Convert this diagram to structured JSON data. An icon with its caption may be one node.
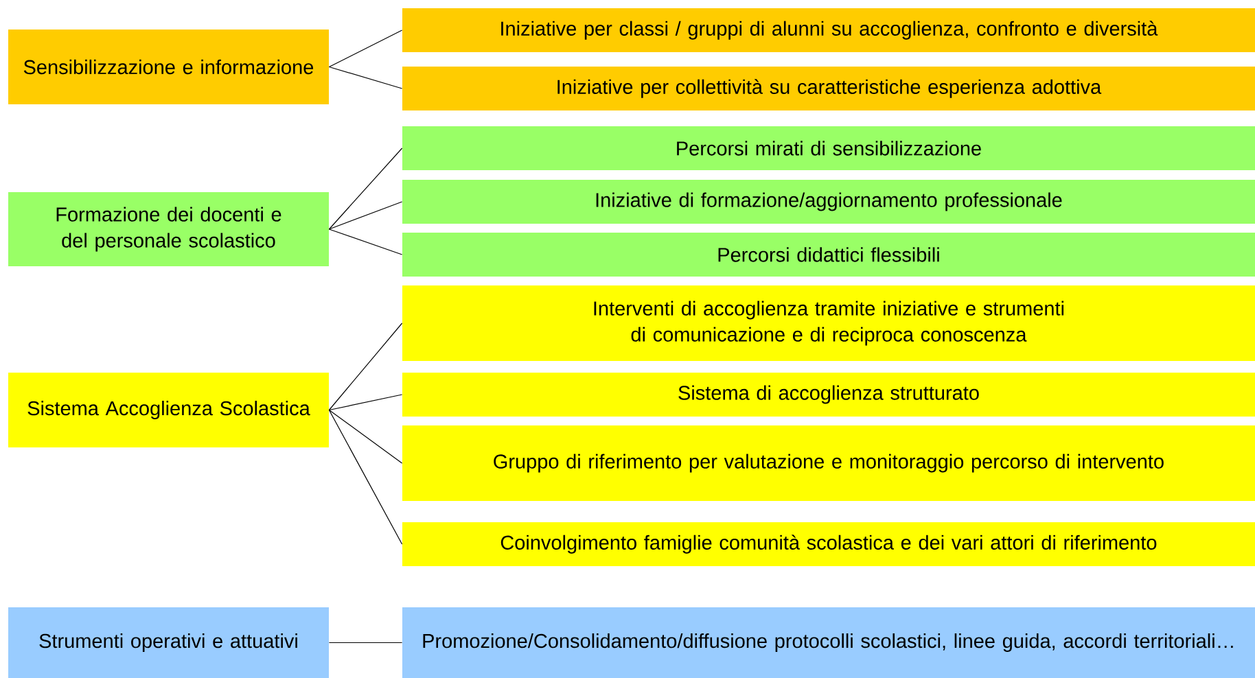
{
  "diagram": {
    "nodes": [
      {
        "text": [
          "Sensibilizzazione e informazione"
        ]
      },
      {
        "text": [
          "Iniziative per classi / gruppi di alunni su accoglienza, confronto e diversità"
        ]
      },
      {
        "text": [
          "Iniziative per collettività su caratteristiche esperienza adottiva"
        ]
      },
      {
        "text": [
          "Formazione dei docenti e del personale scolastico"
        ]
      },
      {
        "text": [
          "Percorsi mirati di sensibilizzazione"
        ]
      },
      {
        "text": [
          "Iniziative di formazione/aggiornamento professionale"
        ]
      },
      {
        "text": [
          "Percorsi didattici flessibili"
        ]
      },
      {
        "text": [
          "Sistema Accoglienza Scolastica"
        ]
      },
      {
        "text": [
          "Interventi di accoglienza tramite iniziative e strumenti di comunicazione e di reciproca conoscenza"
        ]
      },
      {
        "text": [
          "Sistema di accoglienza strutturato"
        ]
      },
      {
        "text": [
          "Gruppo di riferimento per valutazione e monitoraggio percorso di intervento"
        ]
      },
      {
        "text": [
          "Coinvolgimento famiglie comunità scolastica e dei vari attori di riferimento"
        ]
      },
      {
        "text": [
          "Strumenti operativi e attuativi"
        ]
      },
      {
        "text": [
          "Promozione/Consolidamento/diffusione protocolli scolastici, linee guida, accordi territoriali…"
        ]
      }
    ],
    "edges": [
      {
        "from": 0,
        "to": 1,
        "arrow": "none"
      },
      {
        "from": 0,
        "to": 2,
        "arrow": "none"
      },
      {
        "from": 3,
        "to": 4,
        "arrow": "none"
      },
      {
        "from": 3,
        "to": 5,
        "arrow": "none"
      },
      {
        "from": 3,
        "to": 6,
        "arrow": "none"
      },
      {
        "from": 7,
        "to": 8,
        "arrow": "none"
      },
      {
        "from": 7,
        "to": 9,
        "arrow": "none"
      },
      {
        "from": 7,
        "to": 10,
        "arrow": "none"
      },
      {
        "from": 7,
        "to": 11,
        "arrow": "none"
      },
      {
        "from": 12,
        "to": 13,
        "arrow": "none"
      }
    ]
  }
}
